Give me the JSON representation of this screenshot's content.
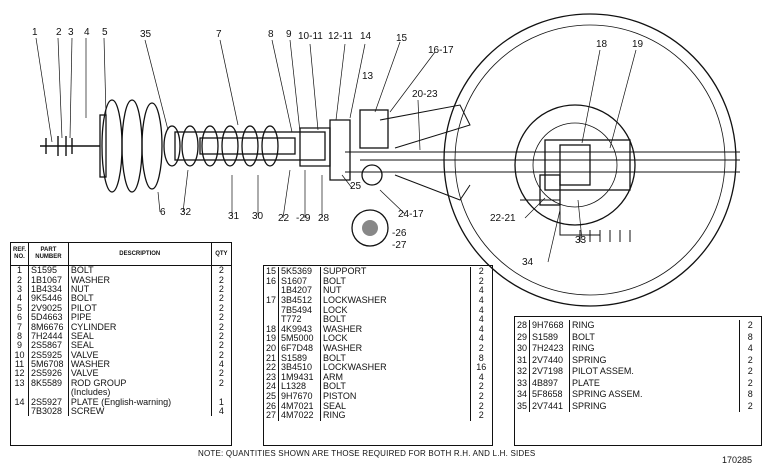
{
  "callouts": [
    "1",
    "2",
    "3",
    "4",
    "5",
    "35",
    "6",
    "7",
    "8",
    "9",
    "10-11",
    "12-11",
    "14",
    "15",
    "16-17",
    "18",
    "19",
    "20-23",
    "13",
    "25",
    "32",
    "31",
    "30",
    "22",
    "-29",
    "28",
    "24-17",
    "-26",
    "-27",
    "22-21",
    "34",
    "33"
  ],
  "table1": {
    "headers": {
      "ref": "REF. NO.",
      "part": "PART NUMBER",
      "desc": "DESCRIPTION",
      "qty": "QTY"
    },
    "rows": [
      {
        "ref": "1",
        "part": "S1595",
        "desc": "BOLT",
        "qty": "2"
      },
      {
        "ref": "2",
        "part": "1B1067",
        "desc": "WASHER",
        "qty": "2"
      },
      {
        "ref": "3",
        "part": "1B4334",
        "desc": "NUT",
        "qty": "2"
      },
      {
        "ref": "4",
        "part": "9K5446",
        "desc": "BOLT",
        "qty": "2"
      },
      {
        "ref": "5",
        "part": "2V9025",
        "desc": "PILOT",
        "qty": "2"
      },
      {
        "ref": "6",
        "part": "5D4663",
        "desc": "PIPE",
        "qty": "2"
      },
      {
        "ref": "7",
        "part": "8M6676",
        "desc": "CYLINDER",
        "qty": "2"
      },
      {
        "ref": "8",
        "part": "7H2444",
        "desc": "SEAL",
        "qty": "2"
      },
      {
        "ref": "9",
        "part": "2S5867",
        "desc": "SEAL",
        "qty": "2"
      },
      {
        "ref": "10",
        "part": "2S5925",
        "desc": "VALVE",
        "qty": "2"
      },
      {
        "ref": "11",
        "part": "5M6708",
        "desc": "WASHER",
        "qty": "4"
      },
      {
        "ref": "12",
        "part": "2S5926",
        "desc": "VALVE",
        "qty": "2"
      },
      {
        "ref": "13",
        "part": "8K5589",
        "desc": "ROD GROUP",
        "qty": "2"
      },
      {
        "ref": "",
        "part": "",
        "desc": "(Includes)",
        "qty": ""
      },
      {
        "ref": "14",
        "part": "2S5927",
        "desc": "PLATE (English-warning)",
        "qty": "1"
      },
      {
        "ref": "",
        "part": "7B3028",
        "desc": "SCREW",
        "qty": "4"
      }
    ]
  },
  "table2": {
    "rows": [
      {
        "ref": "15",
        "part": "5K5369",
        "desc": "SUPPORT",
        "qty": "2"
      },
      {
        "ref": "16",
        "part": "S1607",
        "desc": "BOLT",
        "qty": "2"
      },
      {
        "ref": "",
        "part": "1B4207",
        "desc": "NUT",
        "qty": "4"
      },
      {
        "ref": "17",
        "part": "3B4512",
        "desc": "LOCKWASHER",
        "qty": "4"
      },
      {
        "ref": "",
        "part": "7B5494",
        "desc": "LOCK",
        "qty": "4"
      },
      {
        "ref": "",
        "part": "T772",
        "desc": "BOLT",
        "qty": "4"
      },
      {
        "ref": "18",
        "part": "4K9943",
        "desc": "WASHER",
        "qty": "4"
      },
      {
        "ref": "19",
        "part": "5M5000",
        "desc": "LOCK",
        "qty": "4"
      },
      {
        "ref": "20",
        "part": "6F7D48",
        "desc": "WASHER",
        "qty": "2"
      },
      {
        "ref": "21",
        "part": "S1589",
        "desc": "BOLT",
        "qty": "8"
      },
      {
        "ref": "22",
        "part": "3B4510",
        "desc": "LOCKWASHER",
        "qty": "16"
      },
      {
        "ref": "23",
        "part": "1M9431",
        "desc": "ARM",
        "qty": "4"
      },
      {
        "ref": "24",
        "part": "L1328",
        "desc": "BOLT",
        "qty": "2"
      },
      {
        "ref": "25",
        "part": "9H7670",
        "desc": "PISTON",
        "qty": "2"
      },
      {
        "ref": "26",
        "part": "4M7021",
        "desc": "SEAL",
        "qty": "2"
      },
      {
        "ref": "27",
        "part": "4M7022",
        "desc": "RING",
        "qty": "2"
      }
    ]
  },
  "table3": {
    "rows": [
      {
        "ref": "28",
        "part": "9H7668",
        "desc": "RING",
        "qty": "2"
      },
      {
        "ref": "29",
        "part": "S1589",
        "desc": "BOLT",
        "qty": "8"
      },
      {
        "ref": "30",
        "part": "7H2423",
        "desc": "RING",
        "qty": "4"
      },
      {
        "ref": "31",
        "part": "2V7440",
        "desc": "SPRING",
        "qty": "2"
      },
      {
        "ref": "32",
        "part": "2V7198",
        "desc": "PILOT ASSEM.",
        "qty": "2"
      },
      {
        "ref": "33",
        "part": "4B897",
        "desc": "PLATE",
        "qty": "2"
      },
      {
        "ref": "34",
        "part": "5F8658",
        "desc": "SPRING ASSEM.",
        "qty": "8"
      },
      {
        "ref": "35",
        "part": "2V7441",
        "desc": "SPRING",
        "qty": "2"
      }
    ]
  },
  "note": "NOTE: QUANTITIES SHOWN ARE THOSE REQUIRED FOR BOTH R.H. AND L.H. SIDES",
  "doc_number": "170285"
}
